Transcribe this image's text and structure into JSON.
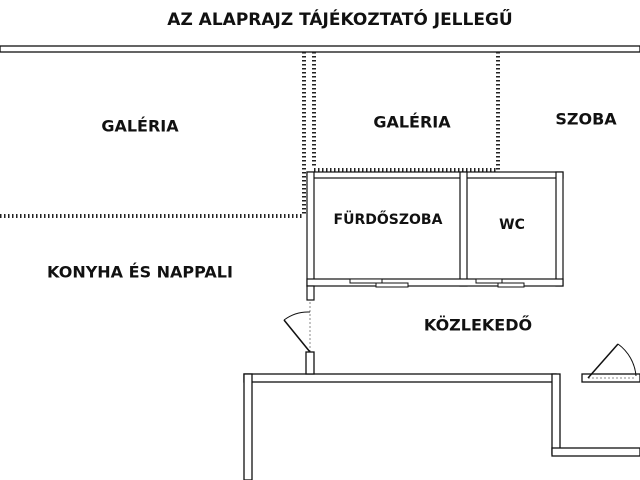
{
  "title": "AZ ALAPRAJZ TÁJÉKOZTATÓ JELLEGŰ",
  "rooms": {
    "galeria_left": "GALÉRIA",
    "galeria_middle": "GALÉRIA",
    "szoba": "SZOBA",
    "furdoszoba": "FÜRDŐSZOBA",
    "wc": "WC",
    "konyha": "KONYHA ÉS NAPPALI",
    "kozlekedo": "KÖZLEKEDŐ"
  },
  "colors": {
    "wall_outline": "#111111",
    "wall_fill": "#ffffff",
    "dots": "#222222"
  }
}
